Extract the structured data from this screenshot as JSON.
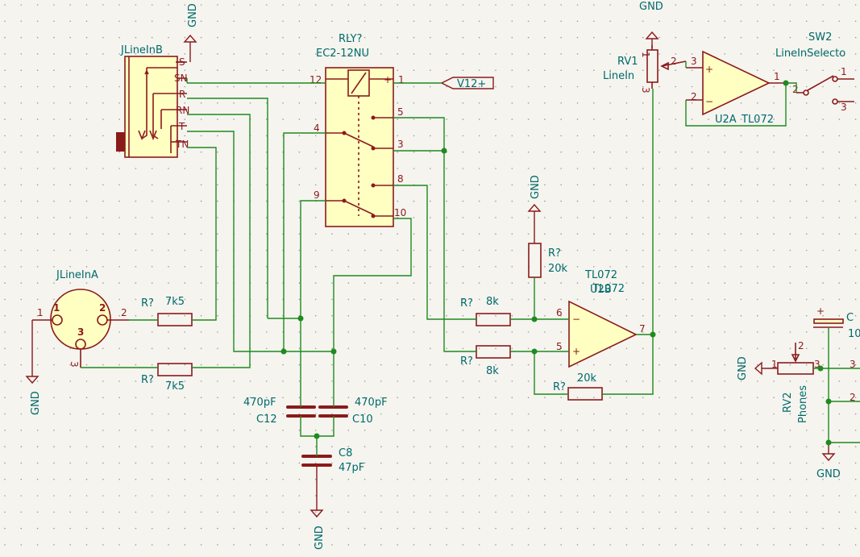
{
  "schematic": {
    "jack_b": {
      "ref": "JLineInB",
      "pins": [
        "S",
        "SN",
        "R",
        "RN",
        "T",
        "TN"
      ]
    },
    "relay": {
      "ref": "RLY?",
      "value": "EC2-12NU",
      "pins": [
        "12",
        "1",
        "5",
        "4",
        "3",
        "8",
        "9",
        "10"
      ],
      "plus": "+",
      "minus": "-"
    },
    "vnet": "V12+",
    "gnd_label": "GND",
    "rv1": {
      "ref": "RV1",
      "value": "LineIn",
      "pins": [
        "1",
        "2",
        "3"
      ]
    },
    "u2a": {
      "ref": "U2A",
      "value": "TL072",
      "pins": [
        "3",
        "2",
        "1"
      ]
    },
    "sw2": {
      "ref": "SW2",
      "value": "LineInSelecto",
      "pins": [
        "2",
        "1",
        "3"
      ]
    },
    "jack_a": {
      "ref": "JLineInA",
      "pins": [
        "1",
        "2",
        "3"
      ]
    },
    "r_in_a": {
      "ref": "R?",
      "value": "7k5",
      "pin": "2"
    },
    "r_in_b": {
      "ref": "R?",
      "value": "7k5",
      "pin": "3"
    },
    "r_fb_top": {
      "ref": "R?",
      "value": "20k"
    },
    "u2b": {
      "ref": "U2B",
      "value": "TL072",
      "pins": [
        "6",
        "5",
        "7"
      ]
    },
    "r_8k_a": {
      "ref": "R?",
      "value": "8k"
    },
    "r_8k_b": {
      "ref": "R?",
      "value": "8k"
    },
    "r_fb_bot": {
      "ref": "R?",
      "value": "20k"
    },
    "c12": {
      "ref": "C12",
      "value": "470pF"
    },
    "c10": {
      "ref": "C10",
      "value": "470pF"
    },
    "c8": {
      "ref": "C8",
      "value": "47pF"
    },
    "c_partial": {
      "ref": "C",
      "value": "10"
    },
    "rv2": {
      "ref": "RV2",
      "value": "Phones",
      "pins": [
        "1",
        "2",
        "3"
      ]
    },
    "right_pins": [
      "3",
      "2"
    ],
    "op_plus": "+",
    "op_minus": "−"
  }
}
